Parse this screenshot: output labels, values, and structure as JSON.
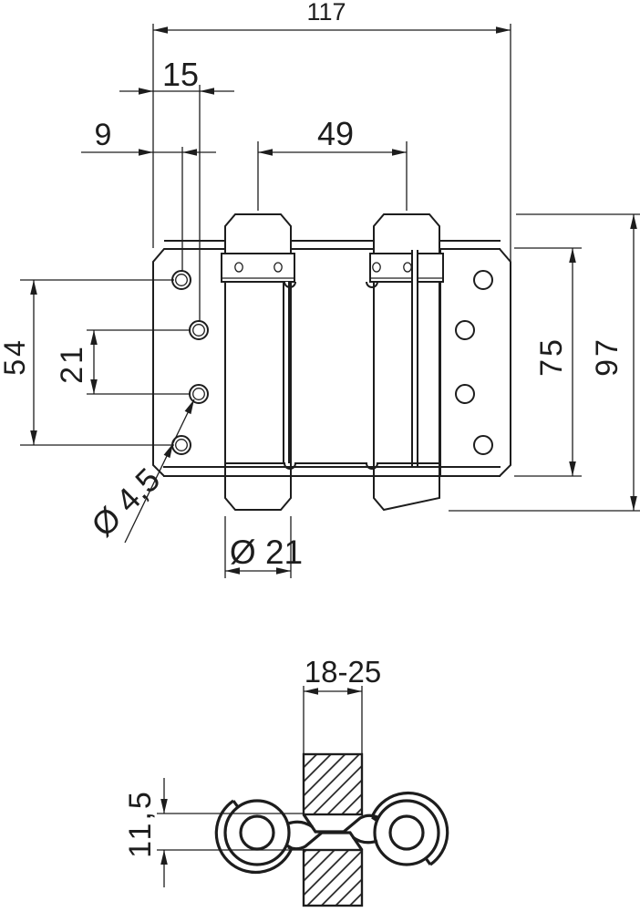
{
  "colors": {
    "ink": "#1d1d1d",
    "background": "#ffffff"
  },
  "front_view": {
    "dimensions": {
      "total_width": "117",
      "hole_col2_offset": "15",
      "hole_col1_offset": "9",
      "barrel_spacing": "49",
      "hole_row_span": "54",
      "hole_row_inner_span": "21",
      "leaf_height": "75",
      "overall_height": "97",
      "screw_hole_diameter": "Ø 4,5",
      "barrel_diameter": "Ø 21"
    }
  },
  "section_view": {
    "dimensions": {
      "door_thickness_range": "18-25",
      "leaf_offset": "11,5"
    }
  }
}
